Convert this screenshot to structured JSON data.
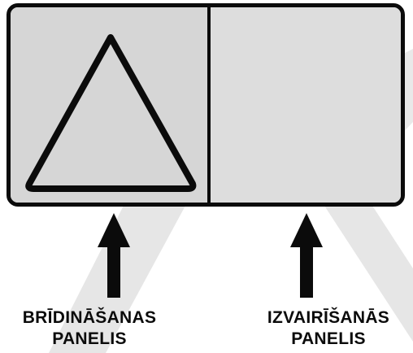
{
  "diagram": {
    "left_panel": {
      "icon": "warning-triangle-icon",
      "label_line1": "BRĪDINĀŠANAS",
      "label_line2": "PANELIS"
    },
    "right_panel": {
      "label_line1": "IZVAIRĪŠANĀS",
      "label_line2": "PANELIS"
    },
    "colors": {
      "outline": "#0b0b0b",
      "panel_fill": "#d8d8d8",
      "watermark": "#e6e6e6"
    }
  }
}
